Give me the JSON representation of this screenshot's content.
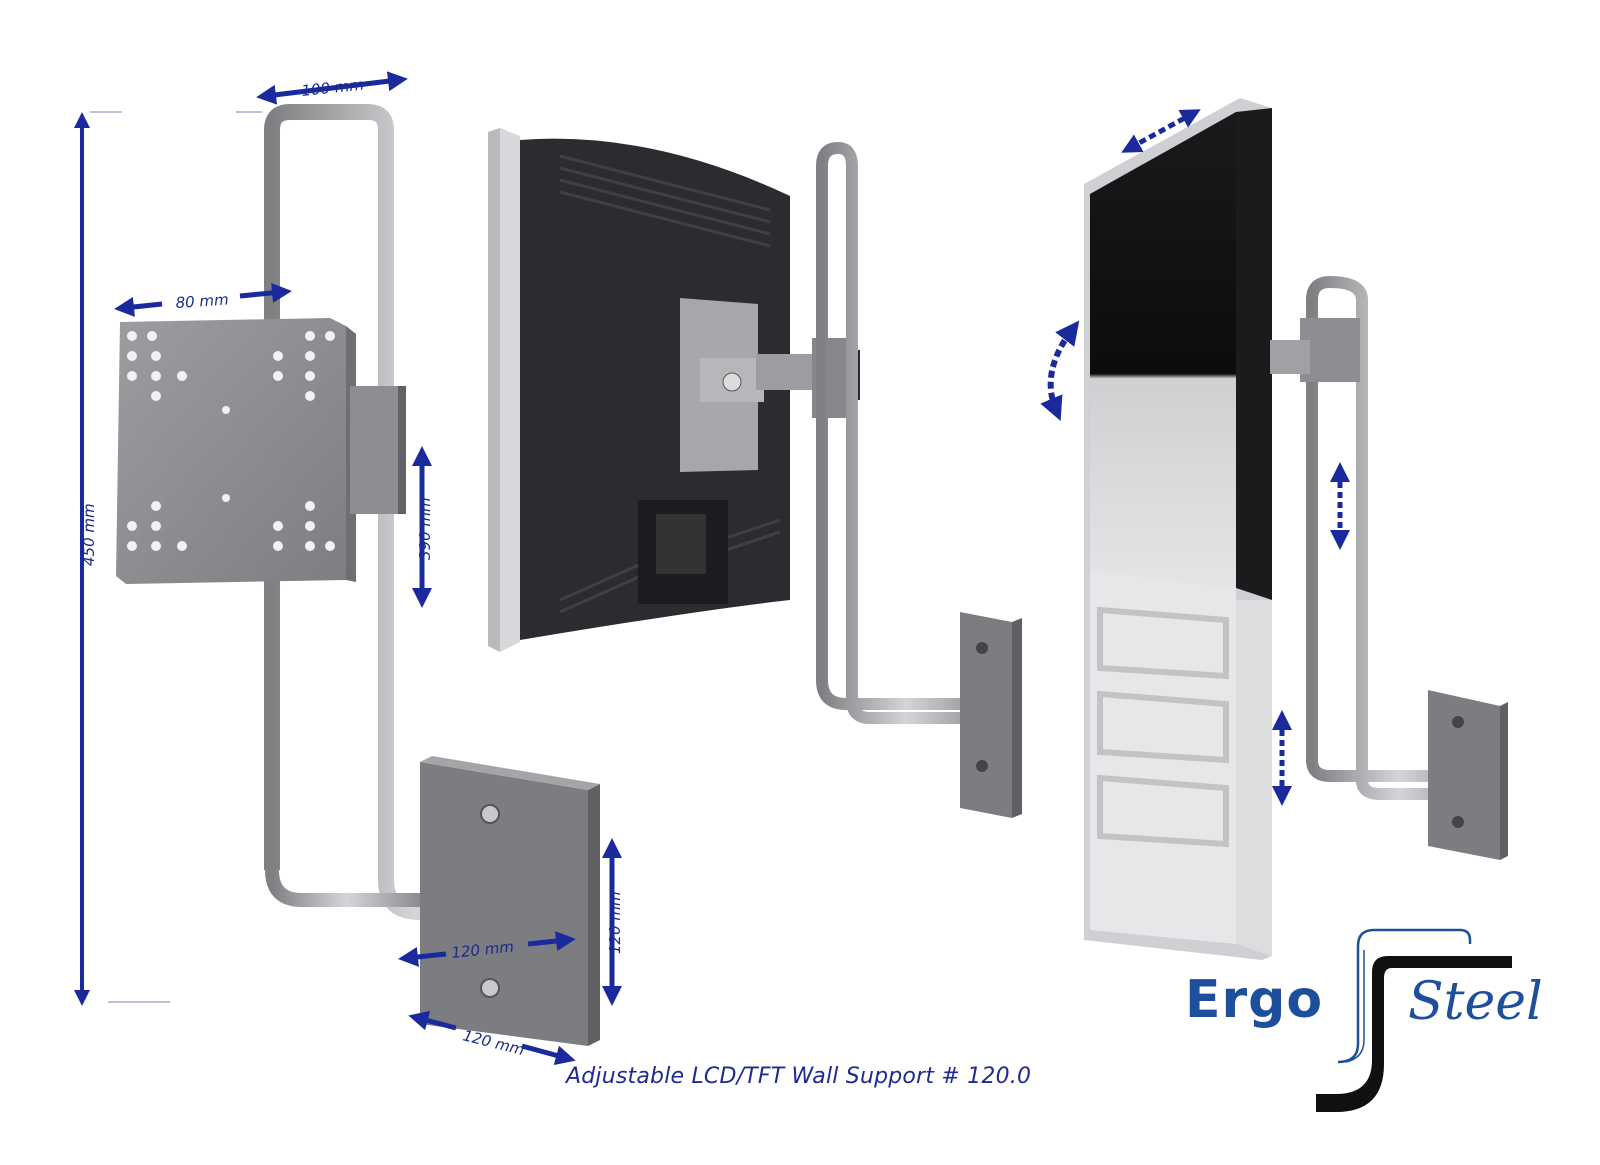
{
  "caption": "Adjustable LCD/TFT Wall Support # 120.0",
  "logo": {
    "part1": "Ergo",
    "part2": "Steel"
  },
  "dimensions": {
    "height_total": "450 mm",
    "plate_spacing": "80 mm",
    "frame_width": "100 mm",
    "travel": "390 mm",
    "base_width": "120 mm",
    "base_height": "120 mm",
    "base_depth": "120 mm"
  },
  "colors": {
    "arrow": "#1a2a9c",
    "steel": "#a9abae",
    "plate": "#8e9094",
    "monitor_back": "#2b2c30",
    "logo_blue": "#1e4f9c"
  }
}
